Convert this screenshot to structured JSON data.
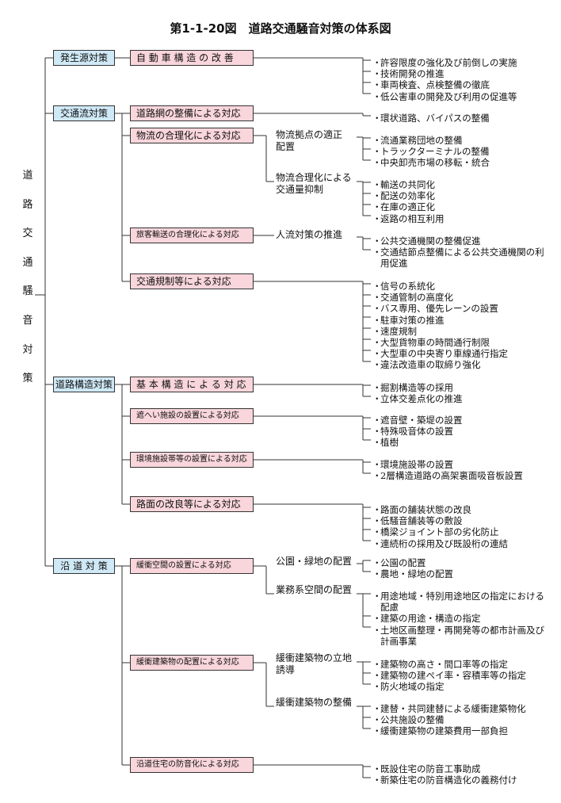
{
  "title": "第1-1-20図　道路交通騒音対策の体系図",
  "root": "道路交通騒音対策",
  "categories": [
    {
      "label": "発生源対策"
    },
    {
      "label": "交通流対策"
    },
    {
      "label": "道路構造対策"
    },
    {
      "label": "沿 道 対 策"
    }
  ],
  "subs": [
    {
      "label": "自 動 車 構 造 の 改 善"
    },
    {
      "label": "道路網の整備による対応"
    },
    {
      "label": "物流の合理化による対応"
    },
    {
      "label": "旅客輸送の合理化による対応"
    },
    {
      "label": "交通規制等による対応"
    },
    {
      "label": "基 本 構 造 に よ る 対 応"
    },
    {
      "label": "遮へい施設の設置による対応"
    },
    {
      "label": "環境施設帯等の設置による対応"
    },
    {
      "label": "路面の改良等による対応"
    },
    {
      "label": "緩衝空間の設置による対応"
    },
    {
      "label": "緩衝建築物の配置による対応"
    },
    {
      "label": "沿道住宅の防音化による対応"
    }
  ],
  "mids": [
    {
      "lines": [
        "物流拠点の適正",
        "配置"
      ]
    },
    {
      "lines": [
        "物流合理化による",
        "交通量抑制"
      ]
    },
    {
      "lines": [
        "人流対策の推進"
      ]
    },
    {
      "lines": [
        "公園・緑地の配置"
      ]
    },
    {
      "lines": [
        "業務系空間の配置"
      ]
    },
    {
      "lines": [
        "緩衝建築物の立地",
        "誘導"
      ]
    },
    {
      "lines": [
        "緩衝建築物の整備"
      ]
    }
  ],
  "leaf_groups": [
    {
      "items": [
        "許容限度の強化及び前倒しの実施",
        "技術開発の推進",
        "車両検査、点検整備の徹底",
        "低公害車の開発及び利用の促進等"
      ]
    },
    {
      "items": [
        "環状道路、バイパスの整備"
      ]
    },
    {
      "items": [
        "流通業務団地の整備",
        "トラックターミナルの整備",
        "中央卸売市場の移転・統合"
      ]
    },
    {
      "items": [
        "輸送の共同化",
        "配送の効率化",
        "在庫の適正化",
        "返路の相互利用"
      ]
    },
    {
      "items": [
        "公共交通機関の整備促進",
        "交通結節点整備による公共交通機関の利用促進"
      ]
    },
    {
      "items": [
        "信号の系統化",
        "交通管制の高度化",
        "バス専用、優先レーンの設置",
        "駐車対策の推進",
        "速度規制",
        "大型貨物車の時間通行制限",
        "大型車の中央寄り車線通行指定",
        "違法改造車の取締り強化"
      ]
    },
    {
      "items": [
        "掘割構造等の採用",
        "立体交差点化の推進"
      ]
    },
    {
      "items": [
        "遮音壁・築堤の設置",
        "特殊吸音体の設置",
        "植樹"
      ]
    },
    {
      "items": [
        "環境施設帯の設置",
        "2層構造道路の高架裏面吸音板設置"
      ]
    },
    {
      "items": [
        "路面の舗装状態の改良",
        "低騒音舗装等の敷設",
        "橋梁ジョイント部の劣化防止",
        "連続桁の採用及び既設桁の連結"
      ]
    },
    {
      "items": [
        "公園の配置",
        "農地・緑地の配置"
      ]
    },
    {
      "items": [
        "用途地域・特別用途地区の指定における配慮",
        "建築の用途・構造の指定",
        "土地区画整理・再開発等の都市計画及び計画事業"
      ]
    },
    {
      "items": [
        "建築物の高さ・間口率等の指定",
        "建築物の建ぺイ率・容積率等の指定",
        "防火地域の指定"
      ]
    },
    {
      "items": [
        "建替・共同建替による緩衝建築物化",
        "公共施設の整備",
        "緩衝建築物の建築費用一部負担"
      ]
    },
    {
      "items": [
        "既設住宅の防音工事助成",
        "新築住宅の防音構造化の義務付け"
      ]
    }
  ]
}
